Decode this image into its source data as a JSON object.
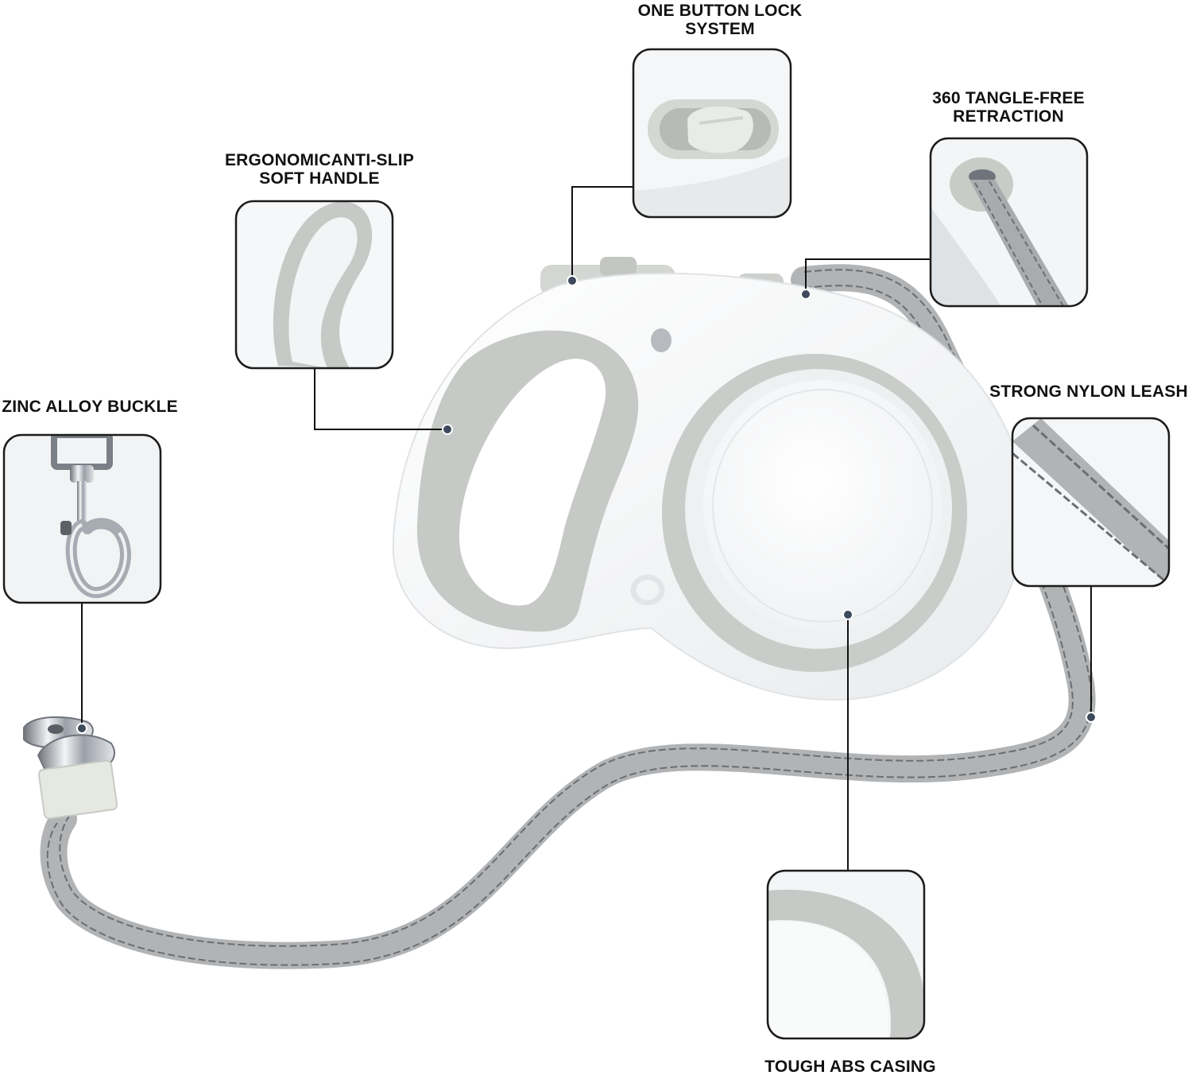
{
  "colors": {
    "callout_line": "#111111",
    "callout_dot": "#3e4a5c",
    "casing_white": "#f7f8f9",
    "rubber_grey": "#c6c9c5",
    "strap_grey": "#b1b3b5",
    "stitch_dark": "#6b6e72"
  },
  "callouts": [
    {
      "id": "lock",
      "lines": [
        "ONE BUTTON LOCK",
        "SYSTEM"
      ],
      "icon": "lock-button-icon"
    },
    {
      "id": "retraction",
      "lines": [
        "360 TANGLE-FREE",
        "RETRACTION"
      ],
      "icon": "leash-exit-icon"
    },
    {
      "id": "handle",
      "lines": [
        "ERGONOMICANTI-SLIP",
        "SOFT HANDLE"
      ],
      "icon": "handle-grip-icon"
    },
    {
      "id": "buckle",
      "lines": [
        "ZINC ALLOY BUCKLE"
      ],
      "icon": "snap-hook-icon"
    },
    {
      "id": "leash",
      "lines": [
        "STRONG NYLON LEASH"
      ],
      "icon": "nylon-strap-icon"
    },
    {
      "id": "casing",
      "lines": [
        "TOUGH ABS CASING"
      ],
      "icon": "casing-detail-icon"
    }
  ]
}
